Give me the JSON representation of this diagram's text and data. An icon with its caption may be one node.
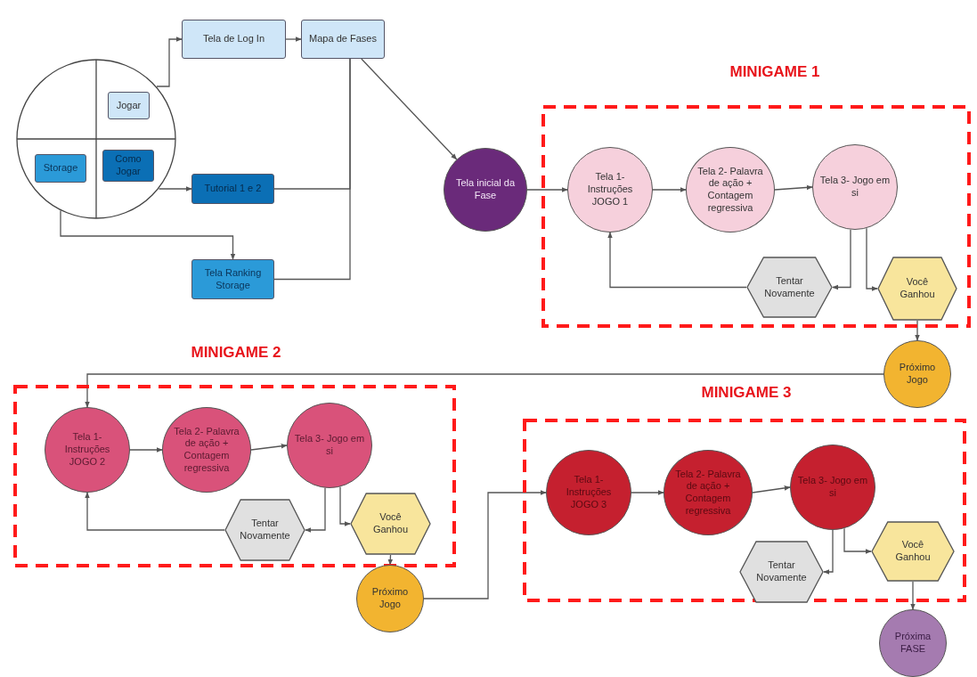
{
  "diagram": {
    "nodes": [
      {
        "text": [],
        "shape": "circle"
      },
      {
        "text": [
          "Jogar"
        ],
        "in": 0
      },
      {
        "text": [
          "Storage"
        ],
        "in": 0
      },
      {
        "text": [
          "Como Jogar"
        ],
        "in": 0
      },
      {
        "text": [
          "Tela de Log In"
        ]
      },
      {
        "text": [
          "Mapa de Fases"
        ]
      },
      {
        "text": [
          "Tutorial 1 e 2"
        ]
      },
      {
        "text": [
          "Tela Ranking Storage"
        ]
      },
      {
        "text": [
          "Tela inicial da Fase"
        ]
      },
      {
        "text": [
          "MINIGAME 1"
        ]
      },
      {
        "text": [
          "Tela 1- Instruções JOGO 1"
        ],
        "in": 9
      },
      {
        "text": [
          "Tela 2- Palavra de ação + Contagem regressiva"
        ],
        "in": 9
      },
      {
        "text": [
          "Tela 3- Jogo em si"
        ],
        "in": 9
      },
      {
        "text": [
          "Tentar Novamente"
        ],
        "in": 9
      },
      {
        "text": [
          "Você Ganhou"
        ],
        "in": 9
      },
      {
        "text": [
          "Próximo Jogo"
        ]
      },
      {
        "text": [
          "MINIGAME 2"
        ]
      },
      {
        "text": [
          "Tela 1- Instruções JOGO 2"
        ],
        "in": 16
      },
      {
        "text": [
          "Tela 2- Palavra de ação + Contagem regressiva"
        ],
        "in": 16
      },
      {
        "text": [
          "Tela 3- Jogo em si"
        ],
        "in": 16
      },
      {
        "text": [
          "Tentar Novamente"
        ],
        "in": 16
      },
      {
        "text": [
          "Você Ganhou"
        ],
        "in": 16
      },
      {
        "text": [
          "Próximo Jogo"
        ]
      },
      {
        "text": [
          "MINIGAME 3"
        ]
      },
      {
        "text": [
          "Tela 1- Instruções JOGO 3"
        ],
        "in": 23
      },
      {
        "text": [
          "Tela 2- Palavra de ação + Contagem regressiva"
        ],
        "in": 23
      },
      {
        "text": [
          "Tela 3- Jogo em si"
        ],
        "in": 23
      },
      {
        "text": [
          "Tentar Novamente"
        ],
        "in": 23
      },
      {
        "text": [
          "Você Ganhou"
        ],
        "in": 23
      },
      {
        "text": [
          "Próxima FASE"
        ]
      }
    ],
    "edges": [
      {
        "from": 0,
        "to": 4,
        "arrow": "to"
      },
      {
        "from": 0,
        "to": 6,
        "arrow": "to"
      },
      {
        "from": 0,
        "to": 7,
        "arrow": "to"
      },
      {
        "from": 4,
        "to": 5,
        "arrow": "to"
      },
      {
        "from": 6,
        "to": 5,
        "arrow": "none"
      },
      {
        "from": 7,
        "to": 5,
        "arrow": "none"
      },
      {
        "from": 5,
        "to": 8,
        "arrow": "to"
      },
      {
        "from": 8,
        "to": 10,
        "arrow": "to"
      },
      {
        "from": 10,
        "to": 11,
        "arrow": "to"
      },
      {
        "from": 11,
        "to": 12,
        "arrow": "to"
      },
      {
        "from": 12,
        "to": 13,
        "arrow": "to"
      },
      {
        "from": 13,
        "to": 10,
        "arrow": "to"
      },
      {
        "from": 12,
        "to": 14,
        "arrow": "to"
      },
      {
        "from": 14,
        "to": 15,
        "arrow": "to"
      },
      {
        "from": 15,
        "to": 17,
        "arrow": "to"
      },
      {
        "from": 17,
        "to": 18,
        "arrow": "to"
      },
      {
        "from": 18,
        "to": 19,
        "arrow": "to"
      },
      {
        "from": 19,
        "to": 20,
        "arrow": "to"
      },
      {
        "from": 20,
        "to": 17,
        "arrow": "to"
      },
      {
        "from": 19,
        "to": 21,
        "arrow": "to"
      },
      {
        "from": 21,
        "to": 22,
        "arrow": "to"
      },
      {
        "from": 22,
        "to": 24,
        "arrow": "to"
      },
      {
        "from": 24,
        "to": 25,
        "arrow": "to"
      },
      {
        "from": 25,
        "to": 26,
        "arrow": "to"
      },
      {
        "from": 26,
        "to": 27,
        "arrow": "to"
      },
      {
        "from": 26,
        "to": 28,
        "arrow": "to"
      },
      {
        "from": 28,
        "to": 29,
        "arrow": "to"
      }
    ]
  }
}
